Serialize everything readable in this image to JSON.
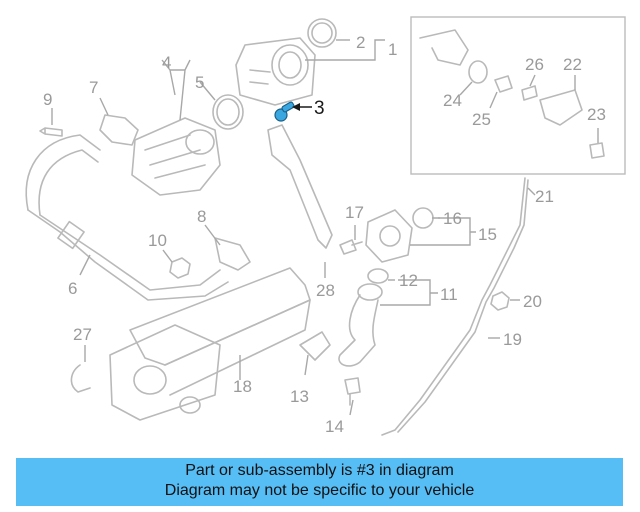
{
  "callouts": [
    {
      "id": "c1",
      "label": "1"
    },
    {
      "id": "c2",
      "label": "2"
    },
    {
      "id": "c3",
      "label": "3"
    },
    {
      "id": "c4",
      "label": "4"
    },
    {
      "id": "c5",
      "label": "5"
    },
    {
      "id": "c6",
      "label": "6"
    },
    {
      "id": "c7",
      "label": "7"
    },
    {
      "id": "c8",
      "label": "8"
    },
    {
      "id": "c9",
      "label": "9"
    },
    {
      "id": "c10",
      "label": "10"
    },
    {
      "id": "c11",
      "label": "11"
    },
    {
      "id": "c12",
      "label": "12"
    },
    {
      "id": "c13",
      "label": "13"
    },
    {
      "id": "c14",
      "label": "14"
    },
    {
      "id": "c15",
      "label": "15"
    },
    {
      "id": "c16",
      "label": "16"
    },
    {
      "id": "c17",
      "label": "17"
    },
    {
      "id": "c18",
      "label": "18"
    },
    {
      "id": "c19",
      "label": "19"
    },
    {
      "id": "c20",
      "label": "20"
    },
    {
      "id": "c21",
      "label": "21"
    },
    {
      "id": "c22",
      "label": "22"
    },
    {
      "id": "c23",
      "label": "23"
    },
    {
      "id": "c24",
      "label": "24"
    },
    {
      "id": "c25",
      "label": "25"
    },
    {
      "id": "c26",
      "label": "26"
    },
    {
      "id": "c27",
      "label": "27"
    },
    {
      "id": "c28",
      "label": "28"
    }
  ],
  "highlighted_part": "3",
  "colors": {
    "highlight": "#3aa7e0",
    "caption_bg": "#56bdf5",
    "line": "#b9b9b9"
  },
  "caption": {
    "line1": "Part or sub-assembly is #3 in diagram",
    "line2": "Diagram may not be specific to your vehicle"
  }
}
